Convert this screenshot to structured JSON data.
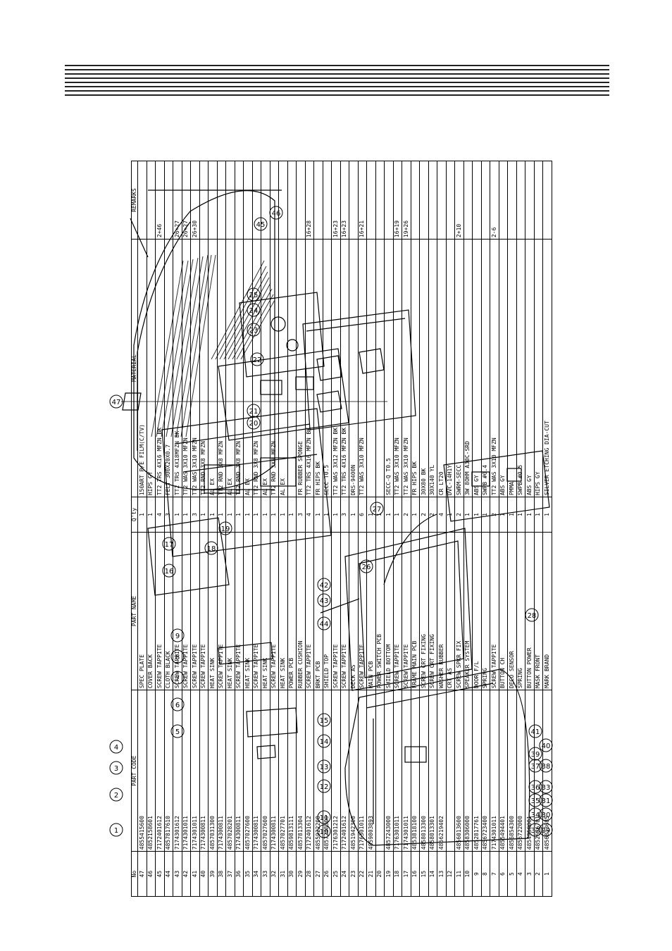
{
  "table": {
    "headers": {
      "no": "No",
      "code": "PART CODE",
      "name": "PART NAME",
      "qty": "Q'ty",
      "material": "MATERIAL",
      "remarks": "REMARKS"
    },
    "rows": [
      {
        "no": "47",
        "code": "4855415600",
        "name": "SPEC PLATE",
        "qty": "1",
        "material": "150ART P/E FILM(C/TV)",
        "remarks": ""
      },
      {
        "no": "46",
        "code": "4852158601",
        "name": "COVER BACK",
        "qty": "1",
        "material": "HIPS GY",
        "remarks": ""
      },
      {
        "no": "45",
        "code": "7172401612",
        "name": "SCREW TAPPITE",
        "qty": "4",
        "material": "TT2 TRS 4X16 MFZN BK",
        "remarks": "2+46"
      },
      {
        "no": "44",
        "code": "4857817610",
        "name": "CLOTH BLACK",
        "qty": "3",
        "material": "FELT 300X20X0.7",
        "remarks": ""
      },
      {
        "no": "43",
        "code": "7174301612",
        "name": "SCREW TAPPITE",
        "qty": "1",
        "material": "TT2 TRS 4X18MFZN BK",
        "remarks": "26+27"
      },
      {
        "no": "42",
        "code": "7174301011",
        "name": "SCREW TAPPITE",
        "qty": "1",
        "material": "TT2 WAS 3X10 MFZN",
        "remarks": "26+27"
      },
      {
        "no": "41",
        "code": "7174301011",
        "name": "SCREW TAPPITE",
        "qty": "3",
        "material": "TT2 WAS 3X10 MFZN",
        "remarks": "26+30"
      },
      {
        "no": "40",
        "code": "7174300811",
        "name": "SCREW TAPPITE",
        "qty": "1",
        "material": "TT2 RND 3X8 MFZN",
        "remarks": ""
      },
      {
        "no": "39",
        "code": "4857031300",
        "name": "HEAT SINK",
        "qty": "1",
        "material": "AL EX",
        "remarks": ""
      },
      {
        "no": "38",
        "code": "7174300811",
        "name": "SCREW TAPPITE",
        "qty": "1",
        "material": "TT2 RND 3X8 MFZN",
        "remarks": ""
      },
      {
        "no": "37",
        "code": "4857028201",
        "name": "HEAT SINK",
        "qty": "1",
        "material": "AL EX",
        "remarks": ""
      },
      {
        "no": "36",
        "code": "7174300811",
        "name": "SCREW TAPPITE",
        "qty": "1",
        "material": "TT2 RND 3X8 MFZN",
        "remarks": ""
      },
      {
        "no": "35",
        "code": "4857027600",
        "name": "HEAT SINK",
        "qty": "1",
        "material": "AL EX",
        "remarks": ""
      },
      {
        "no": "34",
        "code": "7174300811",
        "name": "SCREW TAPPITE",
        "qty": "1",
        "material": "TT2 RND 3X8 MFZN",
        "remarks": ""
      },
      {
        "no": "33",
        "code": "4857027600",
        "name": "HEAT SINK",
        "qty": "1",
        "material": "AL EX",
        "remarks": ""
      },
      {
        "no": "32",
        "code": "7174300811",
        "name": "SCREW TAPPITE",
        "qty": "1",
        "material": "TT2 RND 3X8 MFZN",
        "remarks": ""
      },
      {
        "no": "31",
        "code": "4857027701",
        "name": "HEAT SINK",
        "qty": "1",
        "material": "AL EX",
        "remarks": ""
      },
      {
        "no": "30",
        "code": "4859813111",
        "name": "POWER PCB",
        "qty": "1",
        "material": "",
        "remarks": ""
      },
      {
        "no": "29",
        "code": "4857813304",
        "name": "RUBBER CUSHION",
        "qty": "3",
        "material": "FR RUBBER SPONGE",
        "remarks": ""
      },
      {
        "no": "28",
        "code": "7172401612",
        "name": "SCREW TAPPITE",
        "qty": "4",
        "material": "TT2 TRS 4X16 MFZN BK",
        "remarks": "16+28"
      },
      {
        "no": "27",
        "code": "4855922200",
        "name": "BRKT PCB",
        "qty": "1",
        "material": "FR HIPS BK",
        "remarks": ""
      },
      {
        "no": "26",
        "code": "4857248300",
        "name": "SHIELD TOP",
        "qty": "1",
        "material": "SECC T0.5",
        "remarks": ""
      },
      {
        "no": "25",
        "code": "7176301212",
        "name": "SCREW TAPPITE",
        "qty": "1",
        "material": "TT2 WAS 3X12 MFZN BK",
        "remarks": "16+23"
      },
      {
        "no": "24",
        "code": "7172401612",
        "name": "SCREW TAPPITE",
        "qty": "3",
        "material": "TT2 TRS 4X16 MFZN BK",
        "remarks": "16+23"
      },
      {
        "no": "23",
        "code": "4851942300",
        "name": "DECK AS",
        "qty": "1",
        "material": "DRS-9400N",
        "remarks": ""
      },
      {
        "no": "22",
        "code": "7176301011",
        "name": "SCREW TAPPITE",
        "qty": "6",
        "material": "TT2 WAS 3X10 MFZN",
        "remarks": "16+21"
      },
      {
        "no": "21",
        "code": "4859803893",
        "name": "MAIN PCB",
        "qty": "1",
        "material": "",
        "remarks": ""
      },
      {
        "no": "20",
        "code": "",
        "name": "POWER SWITCH PCB",
        "qty": "1",
        "material": "",
        "remarks": ""
      },
      {
        "no": "19",
        "code": "4857243000",
        "name": "SHIELD BOTTOM",
        "qty": "1",
        "material": "SECC-Q T0.5",
        "remarks": ""
      },
      {
        "no": "18",
        "code": "7176301011",
        "name": "SCREW TAPPITE",
        "qty": "1",
        "material": "TT2 WAS 3X10 MFZN",
        "remarks": "16+19"
      },
      {
        "no": "17",
        "code": "7174301011",
        "name": "SCREW TAPPITE",
        "qty": "2",
        "material": "TT2 WAS 3X10 MFZN",
        "remarks": "19+26"
      },
      {
        "no": "16",
        "code": "4853818100",
        "name": "FRAME MAIN PCB",
        "qty": "1",
        "material": "FR HIPS BK",
        "remarks": ""
      },
      {
        "no": "15",
        "code": "4858013300",
        "name": "SCREW CRT FIXING",
        "qty": "2",
        "material": "30X80 BK",
        "remarks": ""
      },
      {
        "no": "14",
        "code": "4858013301",
        "name": "SCREW CRT FIXING",
        "qty": "2",
        "material": "30X140 YL",
        "remarks": ""
      },
      {
        "no": "13",
        "code": "4856219402",
        "name": "WASHER RUBBER",
        "qty": "4",
        "material": "CR LT20",
        "remarks": ""
      },
      {
        "no": "12",
        "code": "",
        "name": "CRT AS",
        "qty": "1",
        "material": "DVC-14H1Y",
        "remarks": ""
      },
      {
        "no": "11",
        "code": "4856013600",
        "name": "SCREW SPKR FIX",
        "qty": "2",
        "material": "SWRM-SECC",
        "remarks": "2+10"
      },
      {
        "no": "10",
        "code": "4858306000",
        "name": "SPEAKER SYSTEM",
        "qty": "1",
        "material": "3W 8OHM A30C-SRD",
        "remarks": ""
      },
      {
        "no": "9",
        "code": "4852817761",
        "name": "DOOR F/L",
        "qty": "1",
        "material": "ABS GY",
        "remarks": ""
      },
      {
        "no": "8",
        "code": "4856723400",
        "name": "SPRING",
        "qty": "1",
        "material": "SWPB #0.4",
        "remarks": ""
      },
      {
        "no": "7",
        "code": "7174301011",
        "name": "SCREW TAPPITE",
        "qty": "2",
        "material": "TT2 WAS 3X10 MFZN",
        "remarks": "2-6"
      },
      {
        "no": "6",
        "code": "4855494401",
        "name": "BUTTON CH",
        "qty": "1",
        "material": "ABS GY",
        "remarks": ""
      },
      {
        "no": "5",
        "code": "4856854300",
        "name": "DECO SENSOR",
        "qty": "1",
        "material": "PMMA",
        "remarks": ""
      },
      {
        "no": "4",
        "code": "4856722000",
        "name": "SPRING",
        "qty": "1",
        "material": "SWPB #0.5",
        "remarks": ""
      },
      {
        "no": "3",
        "code": "4854958001",
        "name": "BUTTON POWER",
        "qty": "1",
        "material": "ABS GY",
        "remarks": ""
      },
      {
        "no": "2",
        "code": "4852676701",
        "name": "MASK FRONT",
        "qty": "1",
        "material": "HIPS GY",
        "remarks": ""
      },
      {
        "no": "1",
        "code": "4856813685",
        "name": "MARK BRAND",
        "qty": "1",
        "material": "SILVER ETCHING DIA-CUT",
        "remarks": ""
      }
    ]
  },
  "callouts": [
    "1",
    "2",
    "3",
    "4",
    "5",
    "6",
    "7",
    "8",
    "9",
    "10",
    "11",
    "12",
    "13",
    "14",
    "15",
    "16",
    "17",
    "18",
    "19",
    "20",
    "21",
    "22",
    "23",
    "24",
    "25",
    "26",
    "27",
    "28",
    "29",
    "30",
    "31",
    "32",
    "33",
    "34",
    "35",
    "36",
    "37",
    "38",
    "39",
    "40",
    "41",
    "42",
    "43",
    "44",
    "45",
    "46",
    "47"
  ]
}
